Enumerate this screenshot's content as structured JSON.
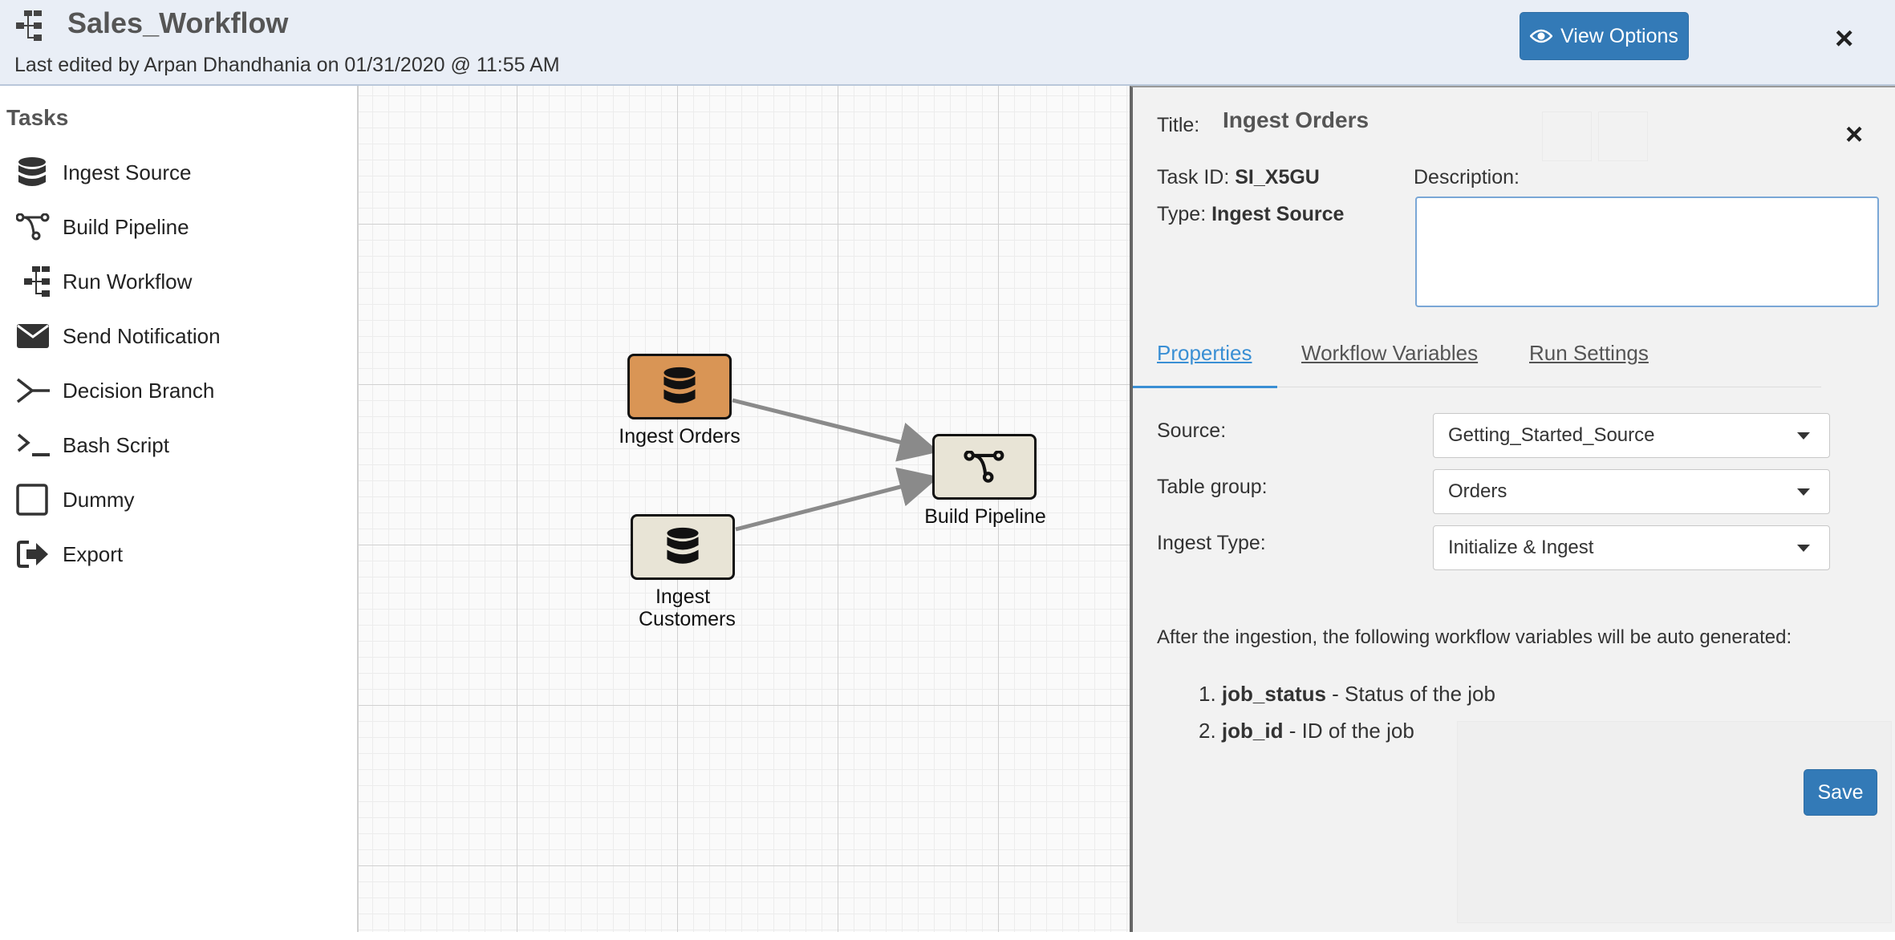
{
  "header": {
    "title": "Sales_Workflow",
    "subtitle": "Last edited by Arpan Dhandhania on 01/31/2020 @ 11:55 AM",
    "view_options_label": "View Options",
    "close_symbol": "×",
    "accent_color": "#337ab7"
  },
  "sidebar": {
    "heading": "Tasks",
    "items": [
      {
        "label": "Ingest Source",
        "icon": "database-icon"
      },
      {
        "label": "Build Pipeline",
        "icon": "pipeline-icon"
      },
      {
        "label": "Run Workflow",
        "icon": "workflow-icon"
      },
      {
        "label": "Send Notification",
        "icon": "envelope-icon"
      },
      {
        "label": "Decision Branch",
        "icon": "branch-icon"
      },
      {
        "label": "Bash Script",
        "icon": "terminal-icon"
      },
      {
        "label": "Dummy",
        "icon": "square-icon"
      },
      {
        "label": "Export",
        "icon": "export-icon"
      }
    ]
  },
  "canvas": {
    "nodes": [
      {
        "label": "Ingest Orders",
        "icon": "database-icon",
        "state": "selected"
      },
      {
        "label": "Ingest Customers",
        "icon": "database-icon",
        "state": "normal"
      },
      {
        "label": "Build Pipeline",
        "icon": "pipeline-icon",
        "state": "normal"
      }
    ],
    "selected_node_color": "#d99555",
    "node_color": "#e8e4d6"
  },
  "panel": {
    "title_label": "Title:",
    "title_value": "Ingest Orders",
    "close_symbol": "×",
    "task_id_label": "Task ID:",
    "task_id_value": "SI_X5GU",
    "type_label": "Type:",
    "type_value": "Ingest Source",
    "description_label": "Description:",
    "description_value": "",
    "tabs": [
      {
        "label": "Properties",
        "active": true
      },
      {
        "label": "Workflow Variables",
        "active": false
      },
      {
        "label": "Run Settings",
        "active": false
      }
    ],
    "fields": [
      {
        "label": "Source:",
        "value": "Getting_Started_Source"
      },
      {
        "label": "Table group:",
        "value": "Orders"
      },
      {
        "label": "Ingest Type:",
        "value": "Initialize & Ingest"
      }
    ],
    "note": "After the ingestion, the following workflow variables will be auto generated:",
    "variables": [
      {
        "num": "1.",
        "name": "job_status",
        "desc": " - Status of the job"
      },
      {
        "num": "2.",
        "name": "job_id",
        "desc": " - ID of the job"
      }
    ],
    "save_label": "Save"
  }
}
